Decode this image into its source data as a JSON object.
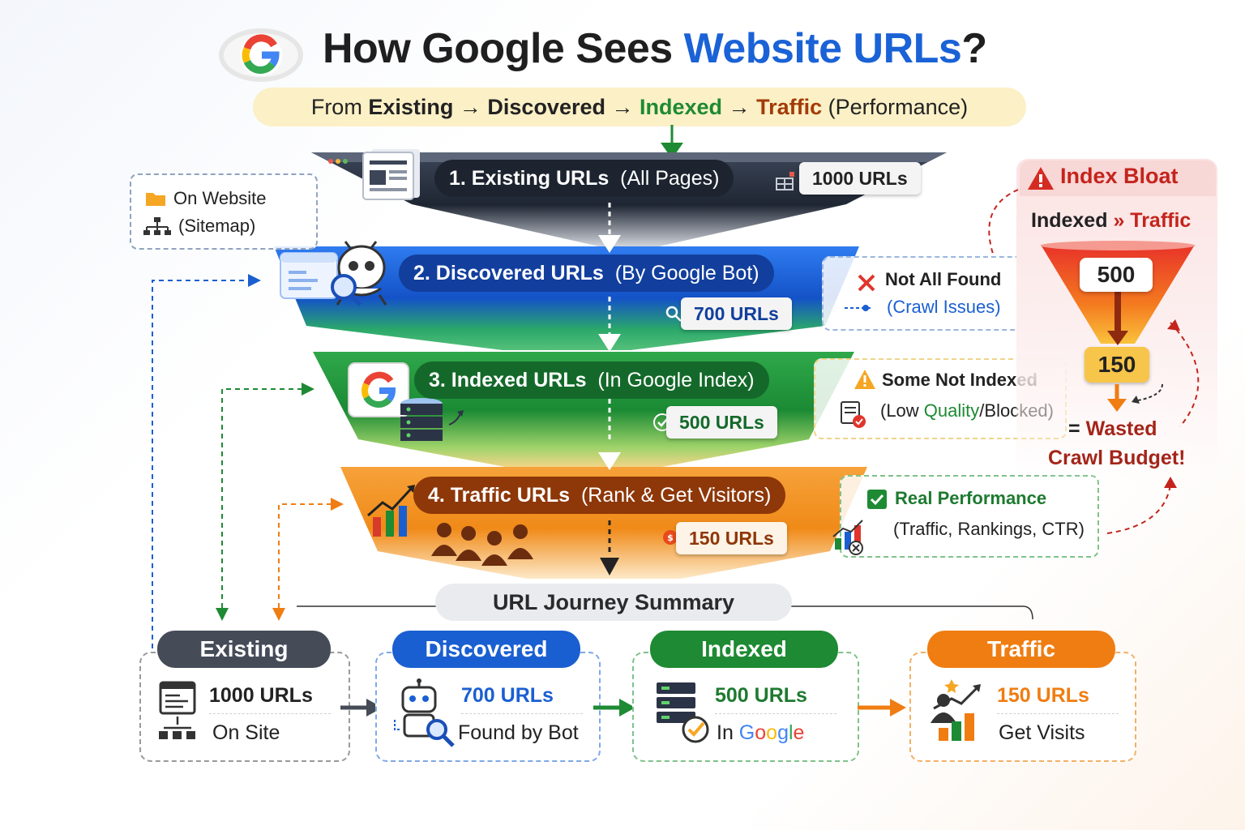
{
  "header": {
    "title_prefix": "How Google Sees ",
    "title_highlight": "Website URLs",
    "title_suffix": "?",
    "subtitle": {
      "from": "From",
      "step1": "Existing",
      "step2": "Discovered",
      "step3": "Indexed",
      "step4": "Traffic",
      "suffix": "(Performance)",
      "arrow": "→"
    }
  },
  "funnel": [
    {
      "label": "1. Existing URLs",
      "sub": "(All Pages)",
      "count": "1000 URLs",
      "color": "#2f3a4c"
    },
    {
      "label": "2. Discovered URLs",
      "sub": "(By Google Bot)",
      "count": "700 URLs",
      "color": "#1a5fd1"
    },
    {
      "label": "3. Indexed URLs",
      "sub": "(In Google Index)",
      "count": "500 URLs",
      "color": "#1e8a33"
    },
    {
      "label": "4. Traffic URLs",
      "sub": "(Rank & Get Visitors)",
      "count": "150 URLs",
      "color": "#9a3b0c"
    }
  ],
  "notes": {
    "website": {
      "line1": "On Website",
      "line2": "(Sitemap)"
    },
    "not_found": {
      "line1": "Not All Found",
      "line2": "(Crawl Issues)"
    },
    "not_indexed": {
      "line1": "Some Not Indexed",
      "line2_a": "(Low ",
      "line2_b": "Quality",
      "line2_c": "/Blocked)"
    },
    "performance": {
      "line1": "Real Performance",
      "line2": "(Traffic, Rankings, CTR)"
    }
  },
  "index_bloat": {
    "title": "Index Bloat",
    "subtitle_a": "Indexed",
    "subtitle_sep": "»",
    "subtitle_b": "Traffic",
    "top_value": "500",
    "bottom_value": "150",
    "eq": "=",
    "result_line1": "Wasted",
    "result_line2": "Crawl Budget!"
  },
  "summary": {
    "title": "URL Journey Summary",
    "cards": [
      {
        "tab": "Existing",
        "value": "1000 URLs",
        "desc": "On Site",
        "color": "#454c58"
      },
      {
        "tab": "Discovered",
        "value": "700 URLs",
        "desc": "Found by Bot",
        "color": "#1a5fd1"
      },
      {
        "tab": "Indexed",
        "value": "500 URLs",
        "desc_prefix": "In ",
        "desc_brand": "Google",
        "color": "#1e8a33"
      },
      {
        "tab": "Traffic",
        "value": "150 URLs",
        "desc": "Get Visits",
        "color": "#ef7d12"
      }
    ]
  }
}
